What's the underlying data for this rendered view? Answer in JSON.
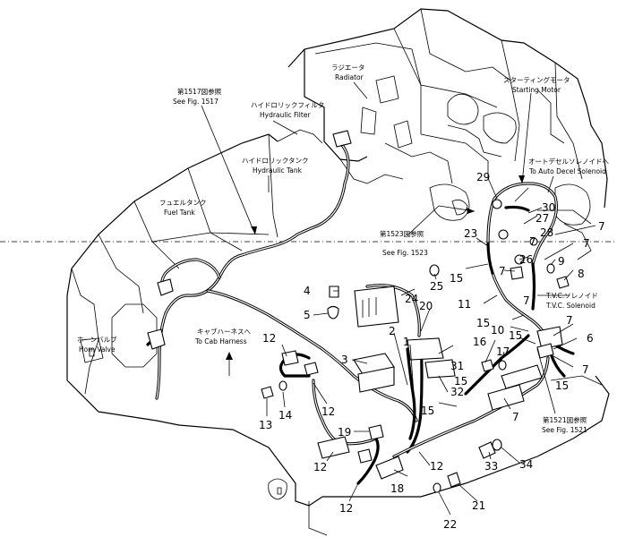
{
  "callouts": {
    "fig1517_jp": "第1517図参照",
    "fig1517_en": "See Fig. 1517",
    "hyd_filter_jp": "ハイドロリックフィルタ",
    "hyd_filter_en": "Hydraulic Filter",
    "hyd_tank_jp": "ハイドロリックタンク",
    "hyd_tank_en": "Hydraulic Tank",
    "fuel_tank_jp": "フュエルタンク",
    "fuel_tank_en": "Fuel Tank",
    "horn_valve_jp": "ホーンバルブ",
    "horn_valve_en": "Horn Valve",
    "cab_harness_jp": "キャブハーネスへ",
    "cab_harness_en": "To Cab Harness",
    "radiator_jp": "ラジエータ",
    "radiator_en": "Radiator",
    "starting_motor_jp": "スターティングモータ",
    "starting_motor_en": "Starting Motor",
    "auto_decel_jp": "オートデセルソレノイドへ",
    "auto_decel_en": "To Auto Decel Solenoid",
    "fig1523_jp": "第1523図参照",
    "fig1523_en": "See Fig. 1523",
    "tvc_jp": "T.V.C.ソレノイド",
    "tvc_en": "T.V.C. Solenoid",
    "fig1521_jp": "第1521図参照",
    "fig1521_en": "See Fig. 1521"
  },
  "part_numbers": {
    "p1": "1",
    "p2": "2",
    "p3": "3",
    "p4": "4",
    "p5": "5",
    "p6": "6",
    "p7": "7",
    "p8": "8",
    "p9": "9",
    "p10": "10",
    "p11": "11",
    "p12": "12",
    "p13": "13",
    "p14": "14",
    "p15": "15",
    "p16": "16",
    "p17": "17",
    "p18": "18",
    "p19": "19",
    "p20": "20",
    "p21": "21",
    "p22": "22",
    "p23": "23",
    "p24": "24",
    "p25": "25",
    "p26": "26",
    "p27": "27",
    "p28": "28",
    "p29": "29",
    "p30": "30",
    "p31": "31",
    "p32": "32",
    "p33": "33",
    "p34": "34"
  }
}
